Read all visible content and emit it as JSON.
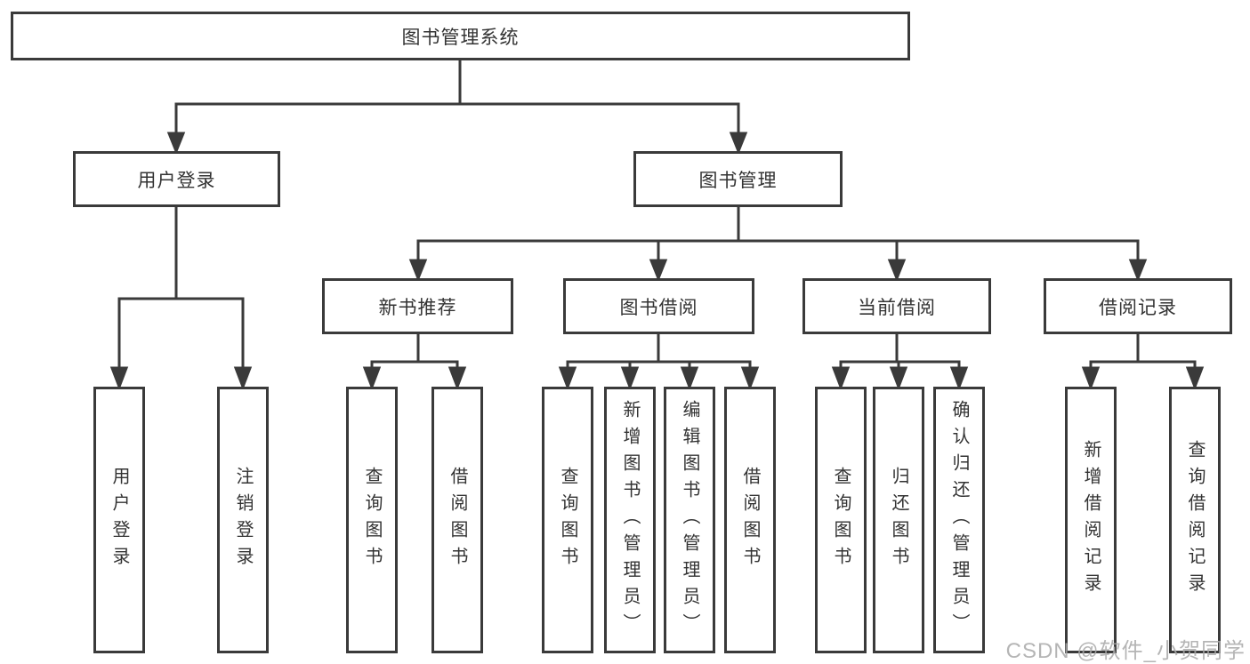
{
  "diagram_type": "functional-structure-tree",
  "colors": {
    "line": "#3a3a3a",
    "box_border": "#3a3a3a",
    "text": "#333333",
    "background": "#ffffff",
    "watermark": "#a9a9a9"
  },
  "tree": {
    "root": {
      "label": "图书管理系统",
      "children": [
        {
          "label": "用户登录",
          "children": [
            {
              "label": "用户登录"
            },
            {
              "label": "注销登录"
            }
          ]
        },
        {
          "label": "图书管理",
          "children": [
            {
              "label": "新书推荐",
              "children": [
                {
                  "label": "查询图书"
                },
                {
                  "label": "借阅图书"
                }
              ]
            },
            {
              "label": "图书借阅",
              "children": [
                {
                  "label": "查询图书"
                },
                {
                  "label": "新增图书（管理员）"
                },
                {
                  "label": "编辑图书（管理员）"
                },
                {
                  "label": "借阅图书"
                }
              ]
            },
            {
              "label": "当前借阅",
              "children": [
                {
                  "label": "查询图书"
                },
                {
                  "label": "归还图书"
                },
                {
                  "label": "确认归还（管理员）"
                }
              ]
            },
            {
              "label": "借阅记录",
              "children": [
                {
                  "label": "新增借阅记录"
                },
                {
                  "label": "查询借阅记录"
                }
              ]
            }
          ]
        }
      ]
    }
  },
  "watermark": {
    "text": "CSDN @软件_小贺同学"
  }
}
